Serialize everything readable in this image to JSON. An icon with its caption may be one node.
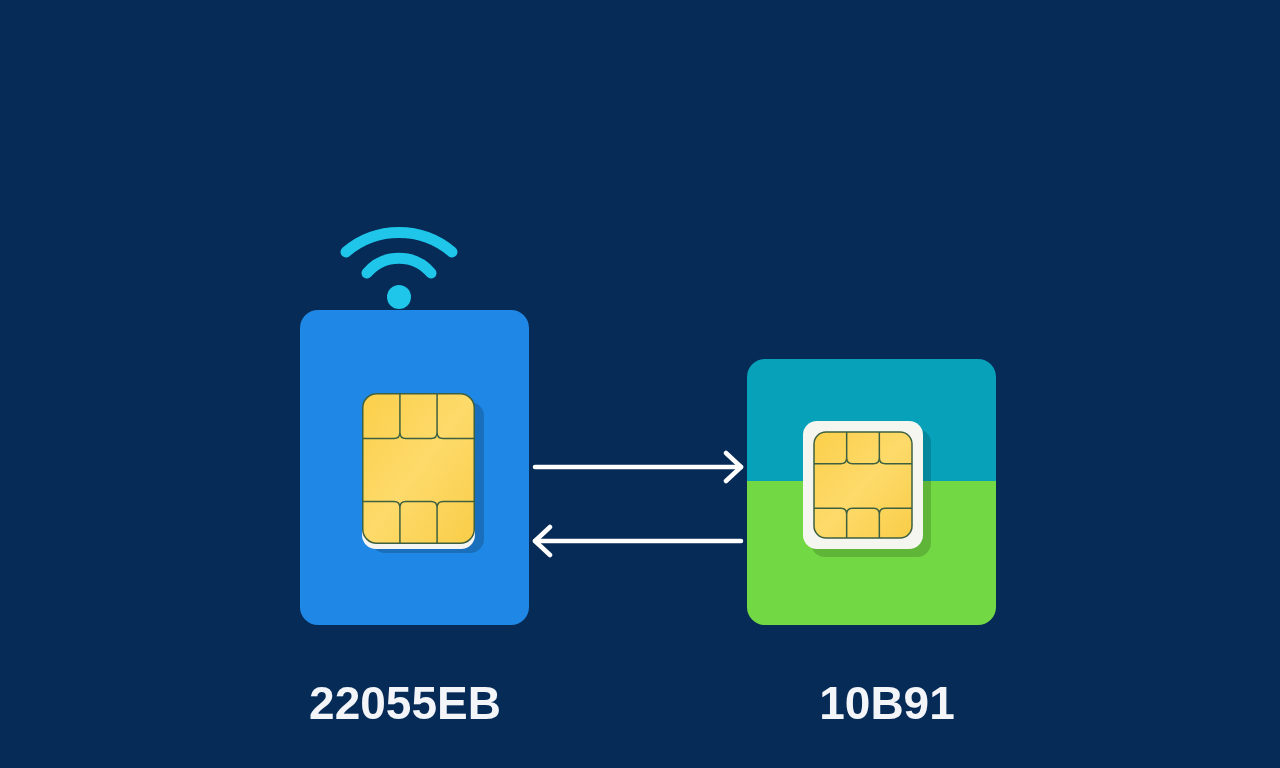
{
  "diagram": {
    "nodes": [
      {
        "text": [],
        "shape": "box",
        "beside": [
          "22055EB"
        ]
      },
      {
        "text": [],
        "shape": "box",
        "beside": [
          "10B91"
        ]
      }
    ],
    "edges": [
      {
        "from": 0,
        "to": 1,
        "arrow": "to"
      },
      {
        "from": 1,
        "to": 0,
        "arrow": "to"
      }
    ]
  }
}
